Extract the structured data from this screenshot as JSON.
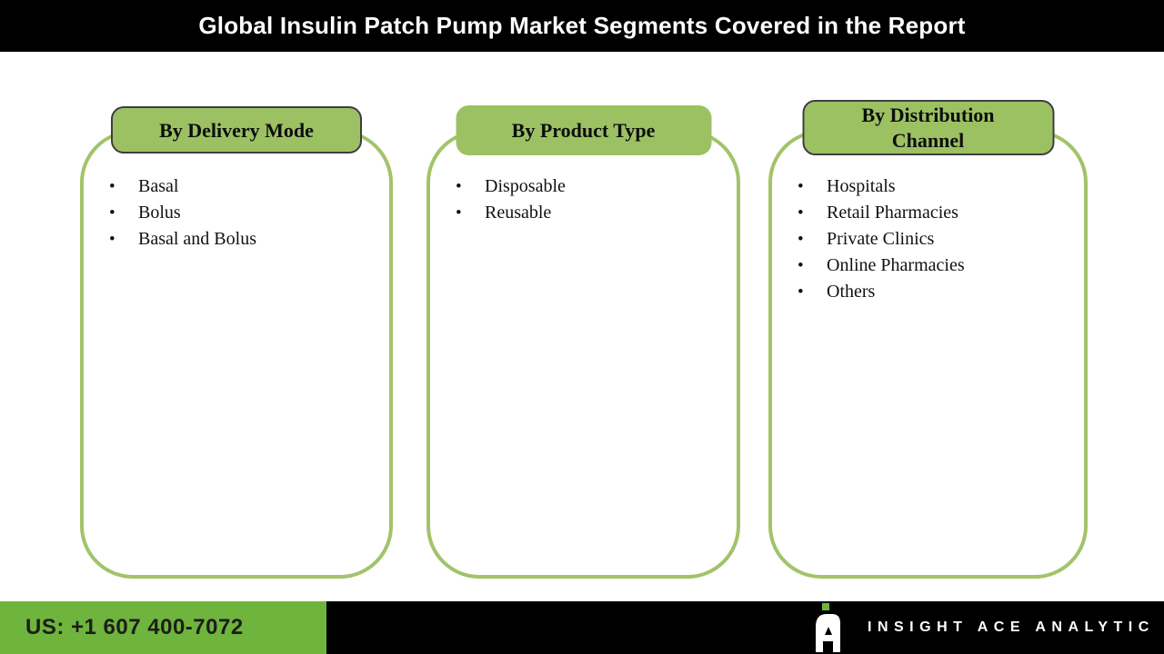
{
  "title": "Global Insulin Patch Pump Market Segments Covered in the Report",
  "segments": [
    {
      "header": "By Delivery Mode",
      "items": [
        "Basal",
        "Bolus",
        "Basal and Bolus"
      ]
    },
    {
      "header": "By Product Type",
      "items": [
        "Disposable",
        "Reusable"
      ]
    },
    {
      "header": "By Distribution\nChannel",
      "items": [
        "Hospitals",
        "Retail Pharmacies",
        "Private Clinics",
        "Online Pharmacies",
        "Others"
      ]
    }
  ],
  "bullet_glyph": "•",
  "footer": {
    "phone": "US: +1 607 400-7072",
    "brand": "INSIGHT ACE ANALYTIC"
  },
  "colors": {
    "header_fill": "#9cc163",
    "card_outline": "#a2c36a",
    "footer_green": "#6fb43c",
    "bar_black": "#000000",
    "title_text": "#ffffff"
  }
}
